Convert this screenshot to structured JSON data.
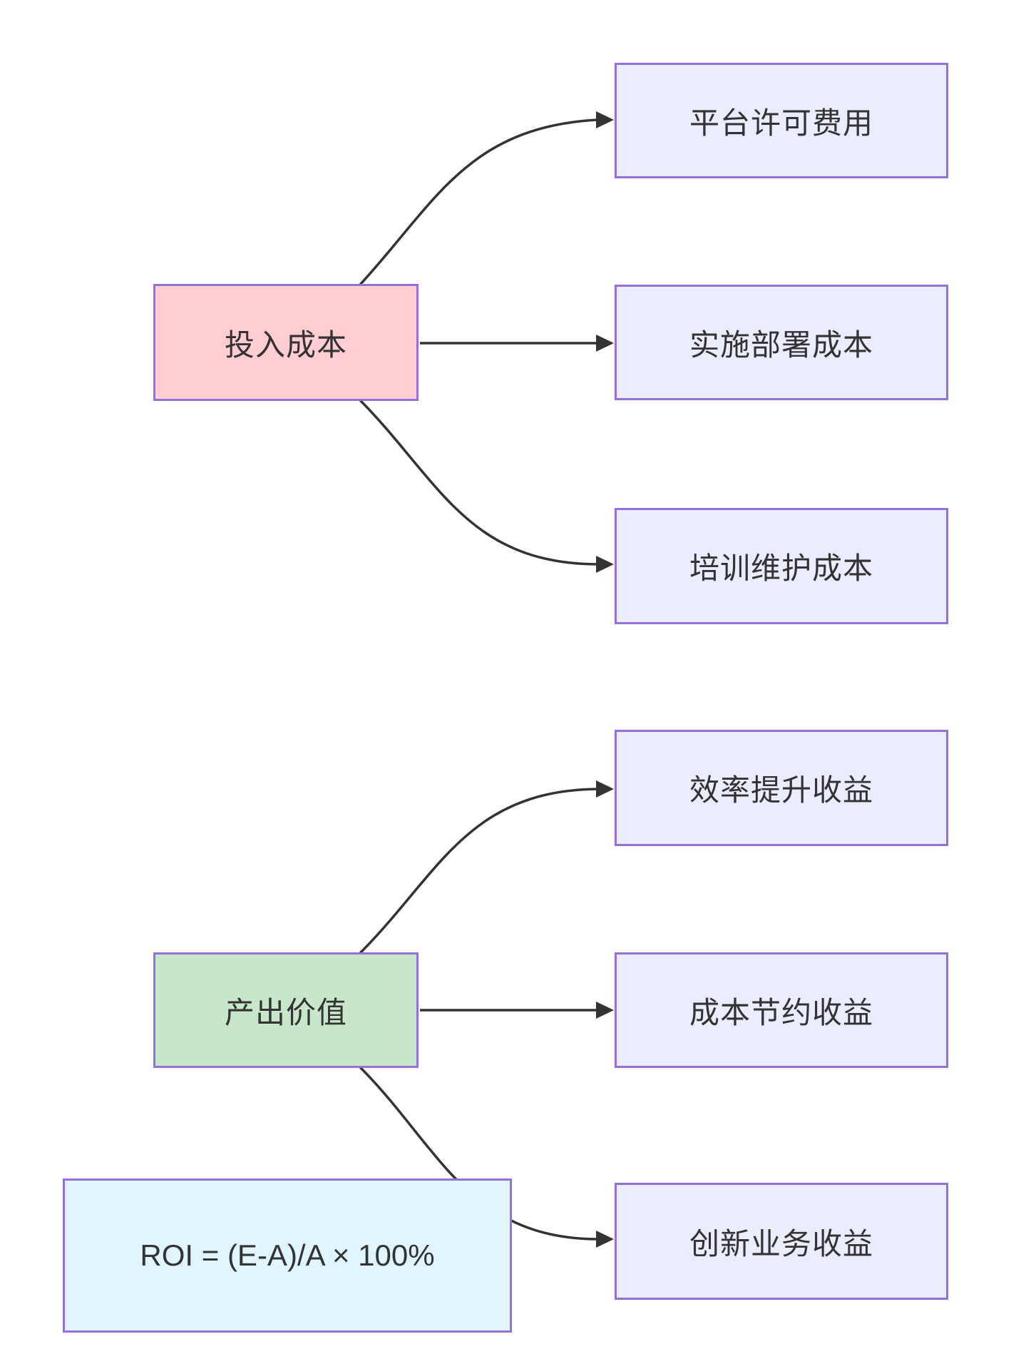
{
  "diagram": {
    "type": "flowchart",
    "direction": "left-to-right",
    "nodes": {
      "input_cost": {
        "label": "投入成本",
        "fill": "#ffcdd2",
        "border": "#9370db"
      },
      "platform_license": {
        "label": "平台许可费用",
        "fill": "#ececff",
        "border": "#9370db"
      },
      "deployment_cost": {
        "label": "实施部署成本",
        "fill": "#ececff",
        "border": "#9370db"
      },
      "training_cost": {
        "label": "培训维护成本",
        "fill": "#ececff",
        "border": "#9370db"
      },
      "output_value": {
        "label": "产出价值",
        "fill": "#c8e6c9",
        "border": "#9370db"
      },
      "efficiency_gain": {
        "label": "效率提升收益",
        "fill": "#ececff",
        "border": "#9370db"
      },
      "cost_saving": {
        "label": "成本节约收益",
        "fill": "#ececff",
        "border": "#9370db"
      },
      "innovation_revenue": {
        "label": "创新业务收益",
        "fill": "#ececff",
        "border": "#9370db"
      },
      "roi_formula": {
        "label": "ROI = (E-A)/A × 100%",
        "fill": "#e1f5fe",
        "border": "#9370db"
      }
    },
    "edges": [
      {
        "from": "input_cost",
        "to": "platform_license",
        "arrow": "true"
      },
      {
        "from": "input_cost",
        "to": "deployment_cost",
        "arrow": "true"
      },
      {
        "from": "input_cost",
        "to": "training_cost",
        "arrow": "true"
      },
      {
        "from": "output_value",
        "to": "efficiency_gain",
        "arrow": "true"
      },
      {
        "from": "output_value",
        "to": "cost_saving",
        "arrow": "true"
      },
      {
        "from": "output_value",
        "to": "innovation_revenue",
        "arrow": "true"
      }
    ],
    "colors": {
      "edge": "#333333",
      "text": "#333333",
      "background": "#ffffff"
    }
  }
}
